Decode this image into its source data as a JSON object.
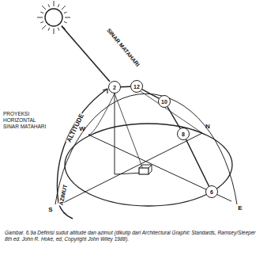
{
  "diagram": {
    "caption": "Gambar. 6.9a Definisi sudut altitude dan azimut (dikutip dari Architectural Graphic Standards, Ramsey/Sleeper 8th ed. John R. Hoke, ed, Copyright John Wiley 1988).",
    "nodes": [
      {
        "text": [
          "2"
        ]
      },
      {
        "text": [
          "12"
        ]
      },
      {
        "text": [
          "10"
        ]
      },
      {
        "text": [
          "8"
        ]
      },
      {
        "text": [
          "6"
        ]
      }
    ],
    "edges": [
      {
        "from": 0,
        "to": 1,
        "arrow": "none"
      },
      {
        "from": 1,
        "to": 2,
        "arrow": "none"
      },
      {
        "from": 2,
        "to": 3,
        "arrow": "none"
      },
      {
        "from": 3,
        "to": 4,
        "arrow": "none"
      }
    ],
    "labels": [
      "SINAR MATAHARI",
      "ALTITUDE",
      "AZIMUT",
      "W",
      "N",
      "S",
      "E",
      "PROYEKSI HORIZONTAL SINAR MATAHARI"
    ]
  }
}
